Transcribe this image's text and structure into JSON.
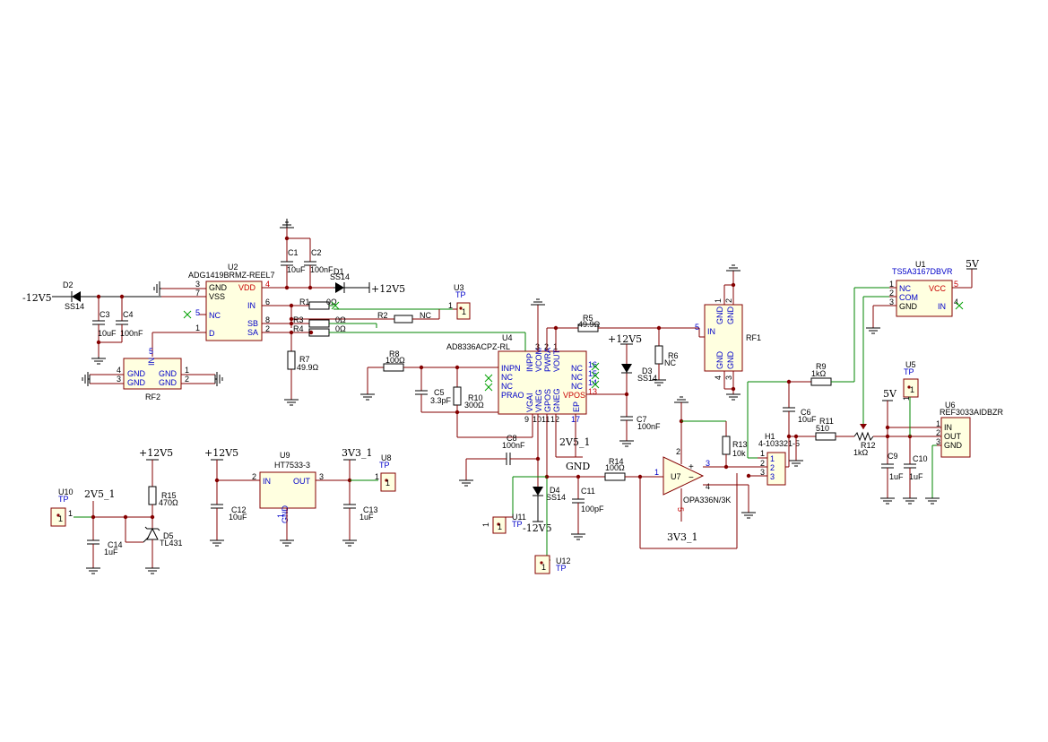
{
  "labels": {
    "m12v5_left": "-12V5",
    "p12v5_top": "+12V5",
    "p12v5_mid": "+12V5",
    "m12v5_bot": "-12V5",
    "v5_right": "5V",
    "v5_mid": "5V",
    "p12v5_d5": "+12V5",
    "p12v5_u9": "+12V5",
    "v3v3_u9": "3V3_1",
    "v2v5_left": "2V5_1",
    "v2v5_mid": "2V5_1",
    "v3v3_u7": "3V3_1",
    "gnd_mid": "GND"
  },
  "components": {
    "D2": {
      "ref": "D2",
      "val": "SS14"
    },
    "C3": {
      "ref": "C3",
      "val": "10uF"
    },
    "C4": {
      "ref": "C4",
      "val": "100nF"
    },
    "U2": {
      "ref": "U2",
      "val": "ADG1419BRMZ-REEL7",
      "pins": {
        "p3": "3",
        "p7": "7",
        "p5": "5",
        "p1": "1",
        "p4": "4",
        "p6": "6",
        "p8": "8",
        "p2": "2"
      },
      "names": {
        "gnd": "GND",
        "vss": "VSS",
        "nc": "NC",
        "d": "D",
        "vdd": "VDD",
        "in": "IN",
        "sb": "SB",
        "sa": "SA"
      }
    },
    "C1": {
      "ref": "C1",
      "val": "10uF"
    },
    "C2": {
      "ref": "C2",
      "val": "100nF"
    },
    "D1": {
      "ref": "D1",
      "val": "SS14"
    },
    "R1": {
      "ref": "R1",
      "val": "0Ω"
    },
    "R2": {
      "ref": "R2",
      "val": "NC"
    },
    "R3": {
      "ref": "R3",
      "val": "0Ω"
    },
    "R4": {
      "ref": "R4",
      "val": "0Ω"
    },
    "R7": {
      "ref": "R7",
      "val": "49.9Ω"
    },
    "U3": {
      "ref": "U3",
      "val": "TP",
      "pin": "1"
    },
    "RF2": {
      "ref": "RF2",
      "names": {
        "gnd": "GND",
        "in": "IN"
      },
      "pins": {
        "p5": "5",
        "p4": "4",
        "p3": "3",
        "p1": "1",
        "p2": "2"
      }
    },
    "U4": {
      "ref": "U4",
      "val": "AD8336ACPZ-RL",
      "left": [
        "INPN",
        "NC",
        "NC",
        "PRAO"
      ],
      "top": [
        "INPP",
        "VCOM",
        "PWRA",
        "VOUT"
      ],
      "right": [
        "NC",
        "NC",
        "NC",
        "VPOS"
      ],
      "bottom": [
        "VGAI",
        "VNEG",
        "GPOS",
        "GNEG",
        "EP"
      ],
      "pins": {
        "p16": "16",
        "p15": "15",
        "p14": "14",
        "p13": "13",
        "p9": "9",
        "p10": "10",
        "p11": "11",
        "p12": "12",
        "p17": "17",
        "p3": "3",
        "p2": "2",
        "p1": "1"
      }
    },
    "R5": {
      "ref": "R5",
      "val": "49.9Ω"
    },
    "R6": {
      "ref": "R6",
      "val": "NC"
    },
    "D3": {
      "ref": "D3",
      "val": "SS14"
    },
    "C7": {
      "ref": "C7",
      "val": "100nF"
    },
    "R8": {
      "ref": "R8",
      "val": "100Ω"
    },
    "C5": {
      "ref": "C5",
      "val": "3.3pF"
    },
    "R10": {
      "ref": "R10",
      "val": "300Ω"
    },
    "C8": {
      "ref": "C8",
      "val": "100nF"
    },
    "RF1": {
      "ref": "RF1",
      "names": {
        "gnd": "GND",
        "in": "IN"
      },
      "pins": {
        "p1": "1",
        "p2": "2",
        "p5": "5",
        "p4": "4",
        "p3": "3"
      }
    },
    "R14": {
      "ref": "R14",
      "val": "100Ω"
    },
    "C11": {
      "ref": "C11",
      "val": "100pF"
    },
    "D4": {
      "ref": "D4",
      "val": "SS14"
    },
    "U7": {
      "ref": "U7",
      "val": "OPA336N/3K",
      "pins": {
        "p1": "1",
        "p2": "2",
        "p3": "3",
        "p4": "4",
        "p5": "5"
      }
    },
    "R13": {
      "ref": "R13",
      "val": "10k"
    },
    "H1": {
      "ref": "H1",
      "val": "4-103321-5",
      "pins": [
        "1",
        "2",
        "3"
      ]
    },
    "U11": {
      "ref": "U11",
      "val": "TP",
      "pin": "1"
    },
    "U12": {
      "ref": "U12",
      "val": "TP",
      "pin": "1"
    },
    "U1": {
      "ref": "U1",
      "val": "TS5A3167DBVR",
      "names": {
        "nc": "NC",
        "com": "COM",
        "gnd": "GND",
        "vcc": "VCC",
        "in": "IN"
      },
      "pins": {
        "p1": "1",
        "p2": "2",
        "p3": "3",
        "p5": "5",
        "p4": "4"
      }
    },
    "R9": {
      "ref": "R9",
      "val": "1kΩ"
    },
    "C6": {
      "ref": "C6",
      "val": "10uF"
    },
    "R11": {
      "ref": "R11",
      "val": "510"
    },
    "R12": {
      "ref": "R12",
      "val": "1kΩ"
    },
    "U5": {
      "ref": "U5",
      "val": "TP",
      "pin": "1"
    },
    "U6": {
      "ref": "U6",
      "val": "REF3033AIDBZR",
      "names": {
        "in": "IN",
        "out": "OUT",
        "gnd": "GND"
      },
      "pins": {
        "p1": "1",
        "p2": "2",
        "p3": "3"
      }
    },
    "C9": {
      "ref": "C9",
      "val": "1uF"
    },
    "C10": {
      "ref": "C10",
      "val": "1uF"
    },
    "U10": {
      "ref": "U10",
      "val": "TP",
      "pin": "1"
    },
    "C14": {
      "ref": "C14",
      "val": "1uF"
    },
    "R15": {
      "ref": "R15",
      "val": "470Ω"
    },
    "D5": {
      "ref": "D5",
      "val": "TL431"
    },
    "C12": {
      "ref": "C12",
      "val": "10uF"
    },
    "U9": {
      "ref": "U9",
      "val": "HT7533-3",
      "names": {
        "in": "IN",
        "out": "OUT",
        "gnd": "GND"
      },
      "pins": {
        "p2": "2",
        "p3": "3",
        "p1": "1"
      }
    },
    "C13": {
      "ref": "C13",
      "val": "1uF"
    },
    "U8": {
      "ref": "U8",
      "val": "TP",
      "pin": "1"
    }
  }
}
